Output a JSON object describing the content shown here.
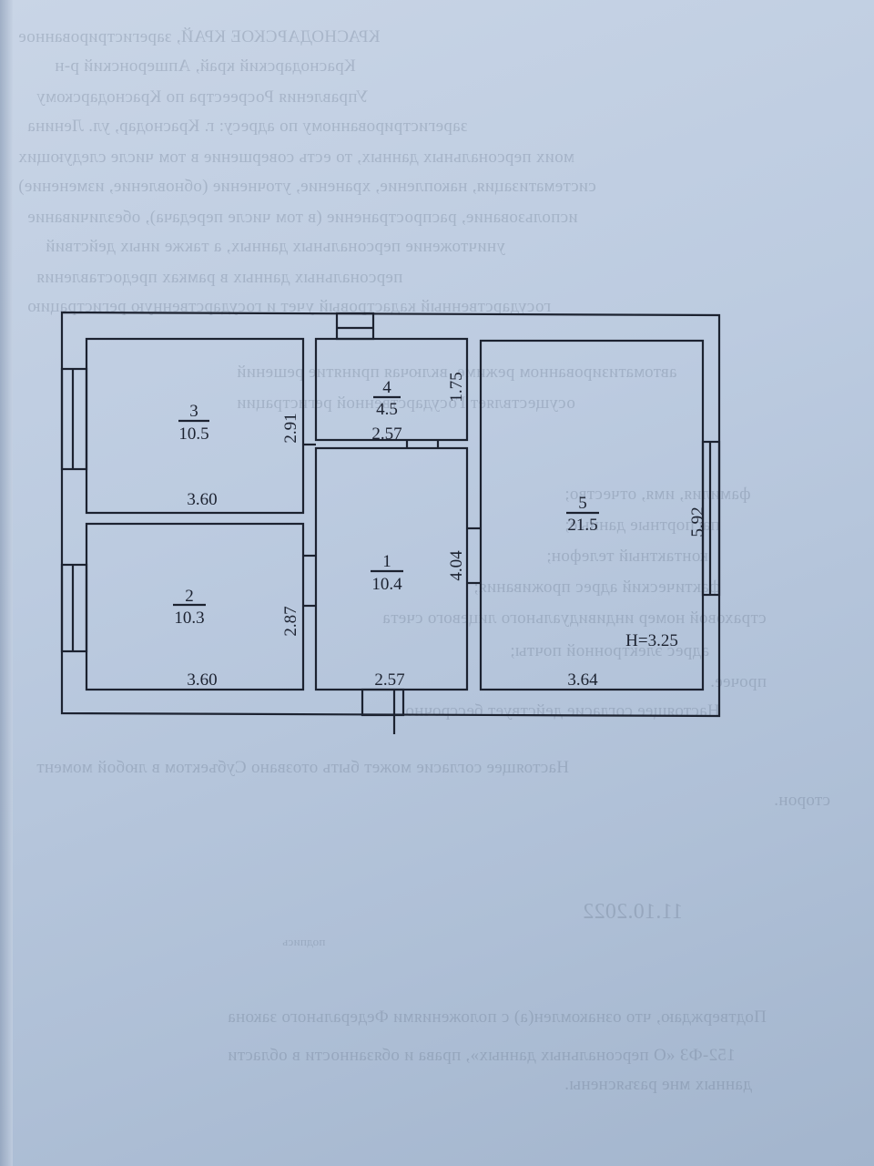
{
  "background_text": {
    "lines": [
      "КРАСНОДАРСКОЕ КРАЙ, зарегистрированное",
      "Краснодарский край, Апшеронский р-н",
      "Управления Росреестра по Краснодарскому",
      "зарегистрированному по адресу: г. Краснодар, ул. Ленина",
      "моих персональных данных, то есть совершение в том числе следующих",
      "систематизация, накопление, хранение, уточнение (обновление, изменение)",
      "использование, распространение (в том числе передача), обезличивание",
      "уничтожение персональных данных, а также иных действий",
      "персональных данных в рамках предоставления",
      "государственный кадастровый учет и государственную регистрацию",
      "автоматизированном режиме, включая принятие решений",
      "осуществляет Государственной регистрации",
      "фамилия, имя, отчество;",
      "паспортные данные;",
      "контактный телефон;",
      "фактический адрес проживания;",
      "страховой номер индивидуального лицевого счета",
      "адрес электронной почты;",
      "прочее.",
      "Настоящее согласие действует бессрочно.",
      "Настоящее согласие может быть отозвано Субъектом в любой момент",
      "сторон.",
      "Подтверждаю, что ознакомлен(а) с положениями Федерального закона",
      "152-ФЗ «О персональных данных», права и обязанности в области",
      "данных мне разъяснены."
    ],
    "date": "11.10.2022",
    "signature_caption": "подпись"
  },
  "floor_plan": {
    "rooms": [
      {
        "number": "1",
        "area": "10.4"
      },
      {
        "number": "2",
        "area": "10.3"
      },
      {
        "number": "3",
        "area": "10.5"
      },
      {
        "number": "4",
        "area": "4.5"
      },
      {
        "number": "5",
        "area": "21.5"
      }
    ],
    "dimensions": {
      "room3_width": "3.60",
      "room3_depth": "2.91",
      "room2_width": "3.60",
      "room2_depth": "2.87",
      "room4_width": "2.57",
      "room4_depth": "1.75",
      "room1_width": "2.57",
      "room1_depth": "4.04",
      "room5_width": "3.64",
      "room5_depth": "5.92"
    },
    "ceiling_height": "H=3.25"
  }
}
